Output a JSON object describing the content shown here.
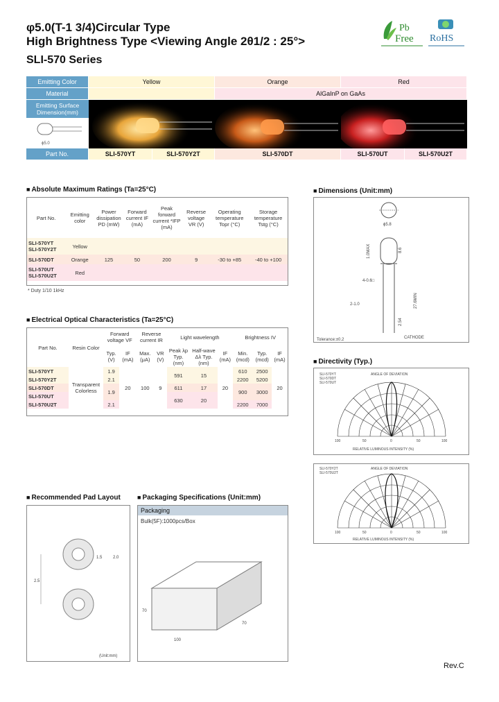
{
  "header": {
    "title_line1": "φ5.0(T-1 3/4)Circular Type",
    "title_line2": "High Brightness Type <Viewing Angle 2θ1/2 : 25°>",
    "series": "SLI-570   Series",
    "pb_logo_top": "Pb",
    "pb_logo_bottom": "Free",
    "rohs_logo": "RoHS",
    "rev": "Rev.C"
  },
  "series_table": {
    "emitting_color_label": "Emitting Color",
    "colors": [
      "Yellow",
      "Orange",
      "Red"
    ],
    "material_label": "Material",
    "material": "AlGaInP on GaAs",
    "surface_label_1": "Emitting Surface",
    "surface_label_2": "Dimension(mm)",
    "part_no_label": "Part No.",
    "parts": [
      "SLI-570YT",
      "SLI-570Y2T",
      "SLI-570DT",
      "SLI-570UT",
      "SLI-570U2T"
    ]
  },
  "abs_max": {
    "heading": "Absolute Maximum Ratings (Ta=25°C)",
    "headers": [
      "Part No.",
      "Emitting color",
      "Power dissipation PD (mW)",
      "Forward current IF (mA)",
      "Peak forward current *IFP (mA)",
      "Reverse voltage VR (V)",
      "Operating temperature Topr (°C)",
      "Storage temperature Tstg (°C)"
    ],
    "rows": [
      {
        "parts": [
          "SLI-570YT",
          "SLI-570Y2T"
        ],
        "color": "Yellow"
      },
      {
        "parts": [
          "SLI-570DT"
        ],
        "color": "Orange"
      },
      {
        "parts": [
          "SLI-570UT",
          "SLI-570U2T"
        ],
        "color": "Red"
      }
    ],
    "common": [
      "125",
      "50",
      "200",
      "9",
      "-30 to +85",
      "-40 to +100"
    ],
    "note": "* Duty 1/10 1kHz"
  },
  "electro_optical": {
    "heading": "Electrical Optical Characteristics (Ta=25°C)",
    "group_headers": [
      "Forward voltage VF",
      "Reverse current IR",
      "Light wavelength",
      "Brightness IV"
    ],
    "sub_headers": [
      "Part No.",
      "Resin Color",
      "Typ. (V)",
      "IF (mA)",
      "Max. (μA)",
      "VR (V)",
      "Peak λp Typ. (nm)",
      "Half-wave Δλ Typ. (nm)",
      "IF (mA)",
      "Min. (mcd)",
      "Typ. (mcd)",
      "IF (mA)"
    ],
    "resin_color": [
      "Transparent",
      "Colorless"
    ],
    "rows": [
      {
        "part": "SLI-570YT",
        "vf": "1.9",
        "lp": "591",
        "dl": "15",
        "min": "610",
        "typ": "2500"
      },
      {
        "part": "SLI-570Y2T",
        "vf": "2.1",
        "lp": "",
        "dl": "",
        "min": "2200",
        "typ": "5200"
      },
      {
        "part": "SLI-570DT",
        "vf": "1.9",
        "lp": "611",
        "dl": "17",
        "min": "900",
        "typ": "3000"
      },
      {
        "part": "SLI-570UT",
        "vf": "",
        "lp": "630",
        "dl": "20",
        "min": "",
        "typ": ""
      },
      {
        "part": "SLI-570U2T",
        "vf": "2.1",
        "lp": "",
        "dl": "",
        "min": "2200",
        "typ": "7000"
      }
    ],
    "if_vf": "20",
    "ir_max": "100",
    "ir_vr": "9",
    "lw_if": "20",
    "br_if": "20"
  },
  "dimensions": {
    "heading": "Dimensions (Unit:mm)",
    "tolerance": "Tolerance:±0.2",
    "cathode": "CATHODE",
    "labels": [
      "ϕ5.8",
      "ϕ5.0",
      "8.6",
      "1.0MAX",
      "1.0",
      "4-0.6□",
      "27.6MIN",
      "2-1.0",
      "2.54"
    ]
  },
  "directivity": {
    "heading": "Directivity (Typ.)",
    "chart1_legend": [
      "SLI-570YT",
      "SLI-570DT",
      "SLI-570UT"
    ],
    "chart2_legend": [
      "SLI-570Y2T",
      "SLI-570U2T"
    ],
    "angle_label": "ANGLE OF DEVIATION",
    "axis_label": "RELATIVE LUMINOUS INTENSITY (%)",
    "ticks": [
      "100",
      "50",
      "0",
      "50",
      "100"
    ]
  },
  "pad_layout": {
    "heading": "Recommended Pad Layout",
    "dims": [
      "1.5",
      "2.0",
      "2.5"
    ],
    "unit": "(Unit:mm)"
  },
  "packaging": {
    "heading": "Packaging Specifications (Unit:mm)",
    "box_title": "Packaging",
    "bulk": "Bulk(5F):1000pcs/Box",
    "dims": [
      "70",
      "100",
      "70"
    ]
  }
}
